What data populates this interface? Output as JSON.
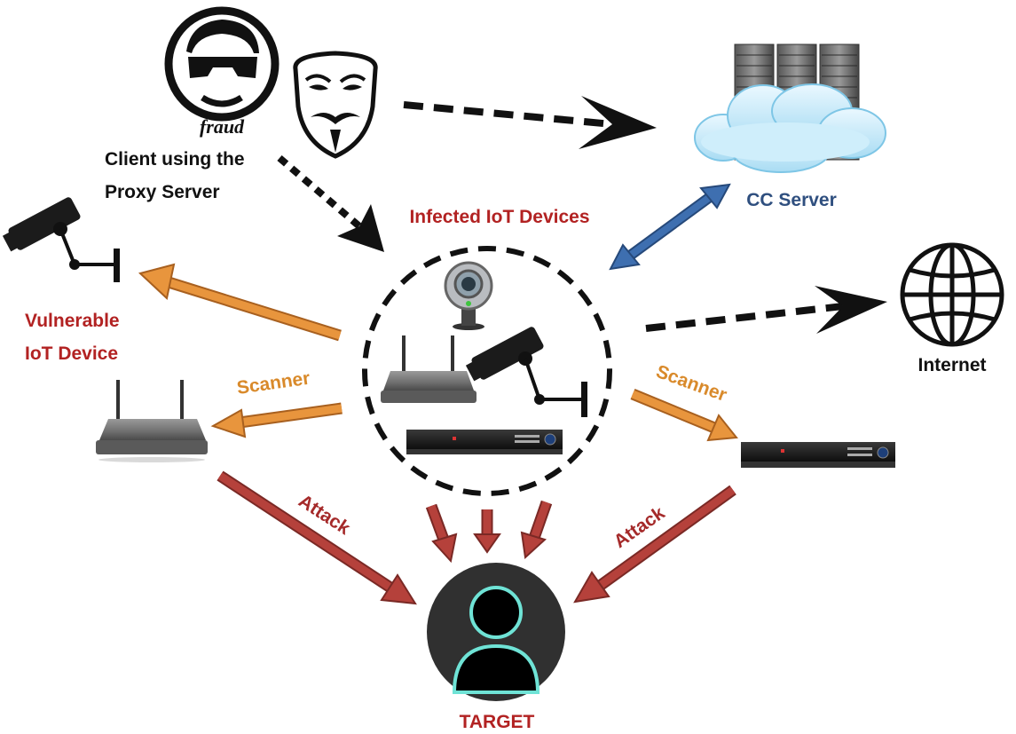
{
  "labels": {
    "client": [
      "Client using the",
      "Proxy Server"
    ],
    "fraud": "fraud",
    "infected": "Infected IoT Devices",
    "cc_server": "CC Server",
    "internet": "Internet",
    "vulnerable": [
      "Vulnerable",
      "IoT Device"
    ],
    "scanner_left": "Scanner",
    "scanner_right": "Scanner",
    "attack_left": "Attack",
    "attack_right": "Attack",
    "target": "TARGET"
  },
  "colors": {
    "scanner_arrow": "#e8953d",
    "attack_arrow": "#b5413b",
    "cc_arrow": "#3e6fb0",
    "dashed": "#111111",
    "label_red": "#b22222",
    "label_blue": "#2f4f7f",
    "label_orange": "#d98a2b",
    "target_ring": "#6fe3d6"
  },
  "icons": [
    "fraud-hacker-icon",
    "anonymous-mask-icon",
    "server-rack-icon",
    "cloud-icon",
    "globe-icon",
    "security-camera-icon",
    "webcam-icon",
    "wifi-router-icon",
    "dvr-recorder-icon",
    "person-target-icon"
  ]
}
